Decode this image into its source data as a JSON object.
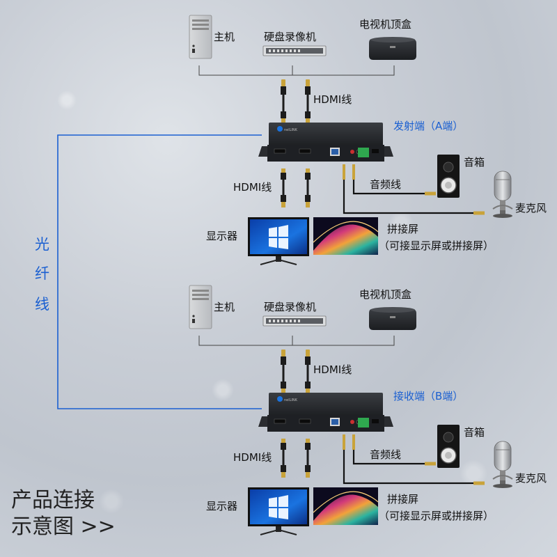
{
  "sections": [
    {
      "id": "A",
      "host_label": "主机",
      "dvr_label": "硬盘录像机",
      "stb_label": "电视机顶盒",
      "hdmi_in_label": "HDMI线",
      "device_label": "发射端（A端）",
      "hdmi_out_label": "HDMI线",
      "audio_cable_label": "音频线",
      "speaker_label": "音箱",
      "mic_label": "麦克风",
      "monitor_label": "显示器",
      "splice_label": "拼接屏",
      "splice_note": "（可接显示屏或拼接屏）"
    },
    {
      "id": "B",
      "host_label": "主机",
      "dvr_label": "硬盘录像机",
      "stb_label": "电视机顶盒",
      "hdmi_in_label": "HDMI线",
      "device_label": "接收端（B端）",
      "hdmi_out_label": "HDMI线",
      "audio_cable_label": "音频线",
      "speaker_label": "音箱",
      "mic_label": "麦克风",
      "monitor_label": "显示器",
      "splice_label": "拼接屏",
      "splice_note": "（可接显示屏或拼接屏）"
    }
  ],
  "fiber": {
    "chars": [
      "光",
      "纤",
      "线"
    ],
    "color": "#1a5fd1"
  },
  "footer": {
    "line1": "产品连接",
    "line2": "示意图 >>"
  }
}
